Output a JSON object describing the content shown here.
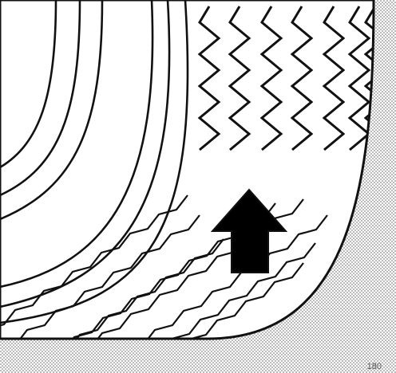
{
  "figure": {
    "code": "180",
    "colors": {
      "ink": "#111111",
      "road_dots": "#8a8a8a",
      "paper": "#ffffff"
    },
    "elements": {
      "upper_zigzag_count": 7,
      "lower_zigzag_count": 8,
      "curved_groove_count": 6,
      "arrow": "up-arrow-icon"
    }
  }
}
